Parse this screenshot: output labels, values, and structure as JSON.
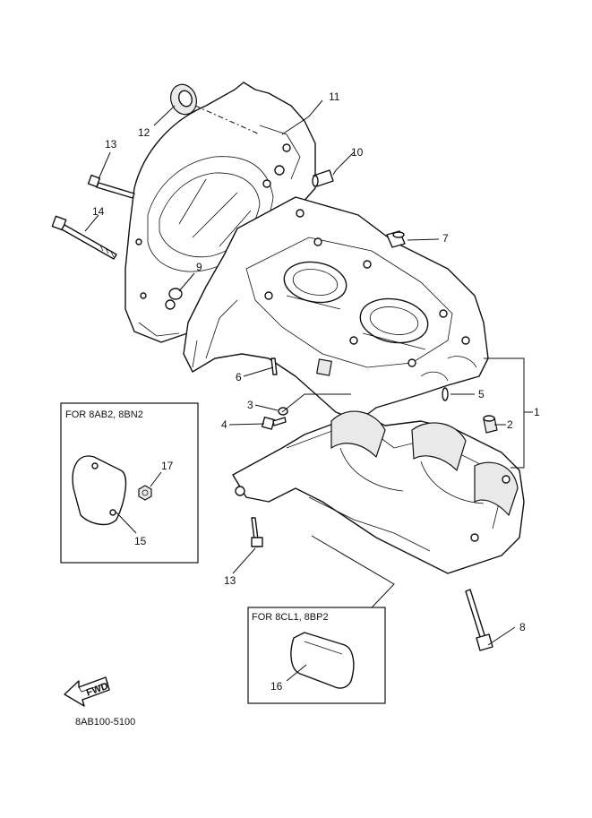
{
  "callouts": [
    "1",
    "2",
    "3",
    "4",
    "5",
    "6",
    "7",
    "8",
    "9",
    "10",
    "11",
    "12",
    "13",
    "13",
    "14",
    "15",
    "16",
    "17"
  ],
  "inset_left_title": "FOR 8AB2, 8BN2",
  "inset_right_title": "FOR 8CL1, 8BP2",
  "fwd_label": "FWD",
  "diagram_code": "8AB100-5100"
}
